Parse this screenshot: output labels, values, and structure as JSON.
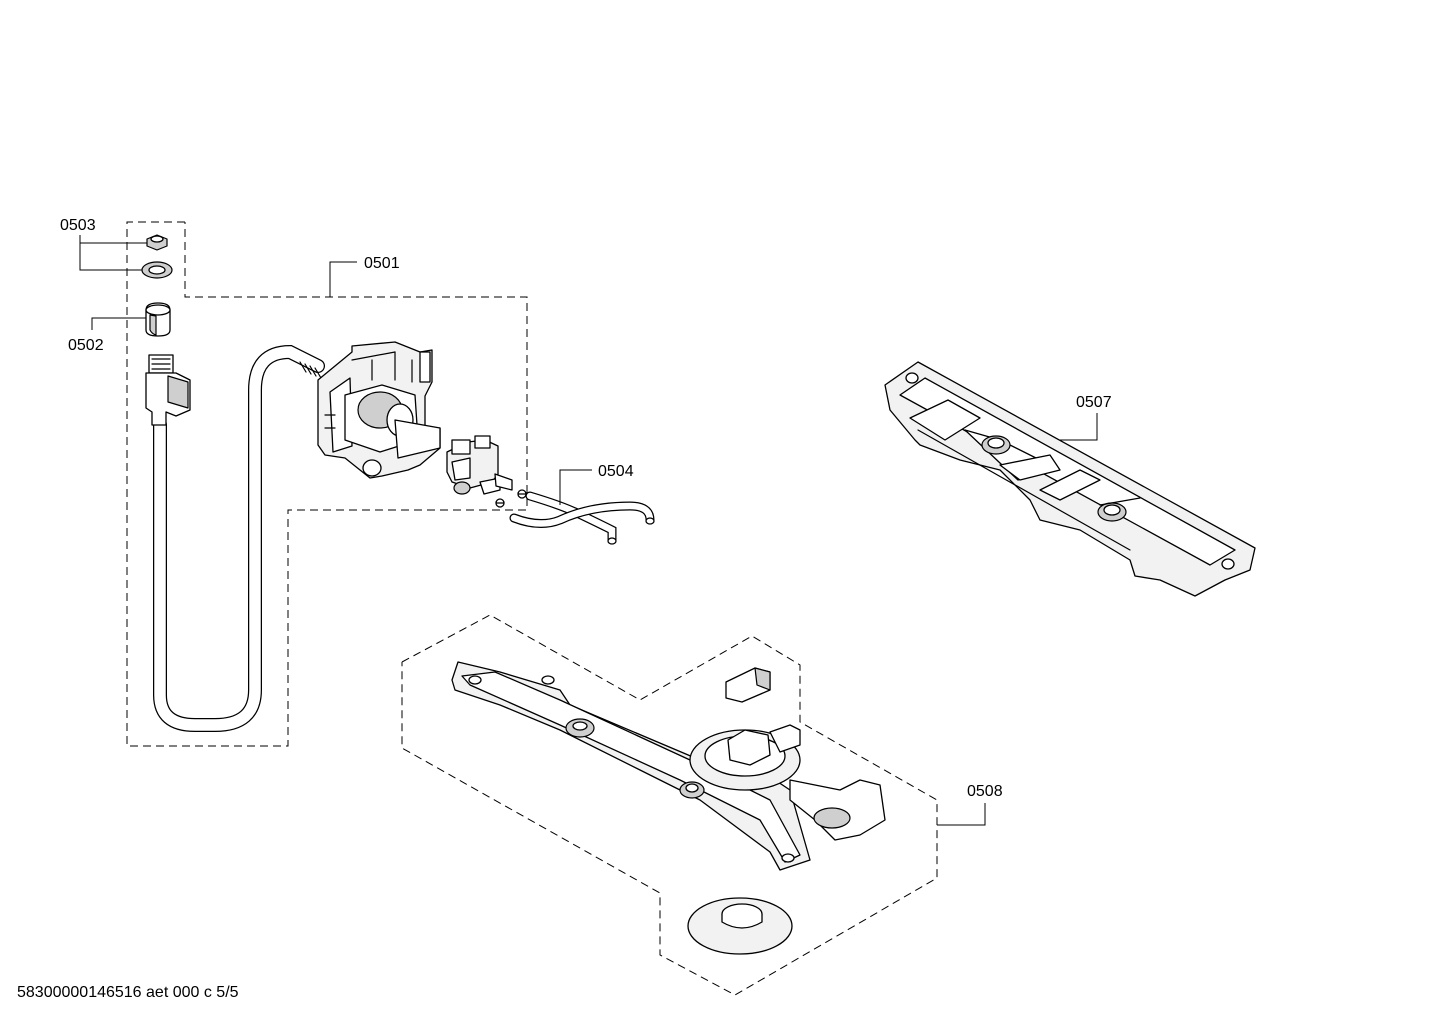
{
  "labels": {
    "p0501": "0501",
    "p0502": "0502",
    "p0503": "0503",
    "p0504": "0504",
    "p0507": "0507",
    "p0508": "0508"
  },
  "footer": {
    "document_id": "58300000146516 aet 000 c 5/5"
  }
}
